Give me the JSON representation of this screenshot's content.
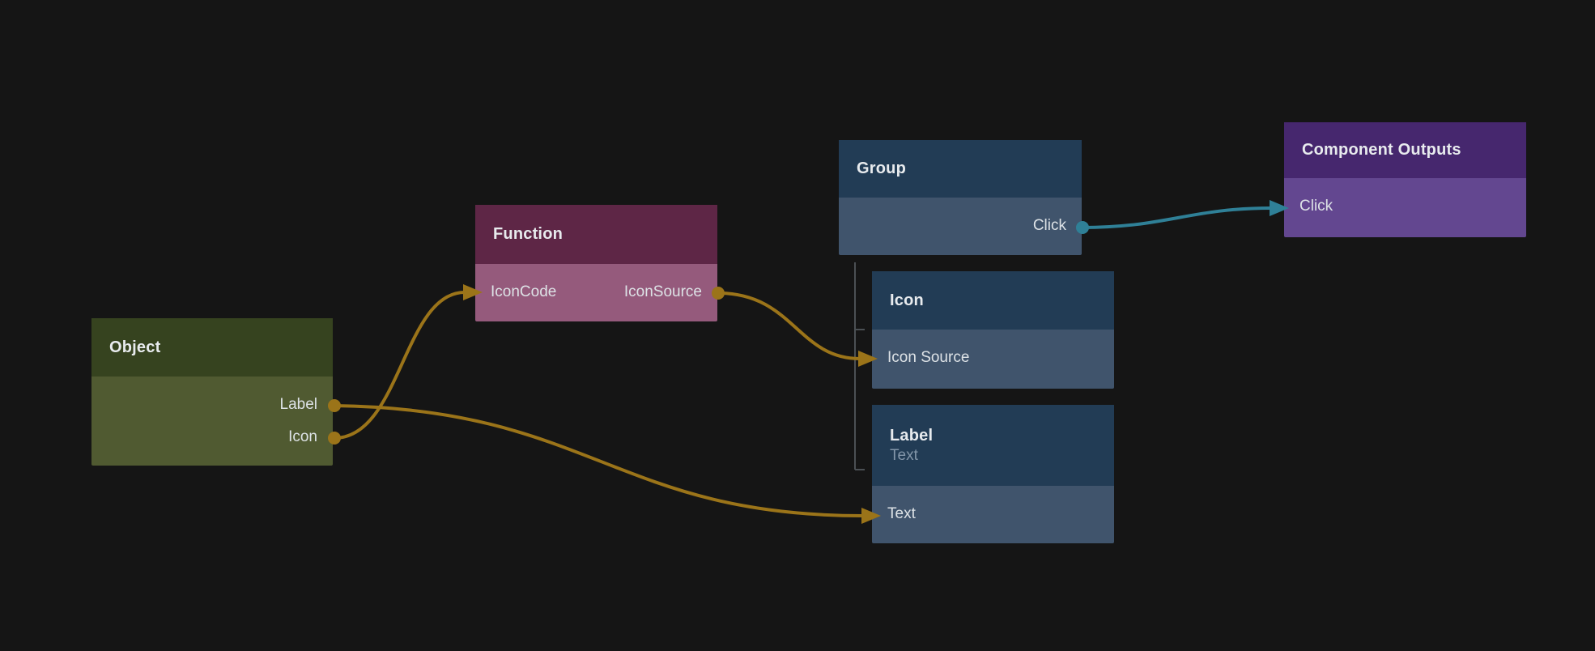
{
  "app": {
    "view": "node-graph-editor",
    "background_color": "#151515"
  },
  "colors": {
    "edge_gold": "#9b7419",
    "edge_teal": "#2f8097",
    "tree_connector_gray": "#4b5054",
    "node_olive_header": "#36431f",
    "node_olive_body": "#505a31",
    "node_plum_header": "#5e2646",
    "node_plum_body": "#955a7c",
    "node_navy_header": "#223c55",
    "node_navy_body": "#40546c",
    "node_violet_header": "#46276e",
    "node_violet_body": "#634790",
    "title_text": "#e8ebee",
    "port_text": "#dde2e6",
    "subtitle_text": "#8396a9"
  },
  "nodes": {
    "object": {
      "title": "Object",
      "outputs": [
        "Label",
        "Icon"
      ]
    },
    "function": {
      "title": "Function",
      "input": "IconCode",
      "output": "IconSource"
    },
    "group": {
      "title": "Group",
      "output": "Click"
    },
    "icon": {
      "title": "Icon",
      "input": "Icon Source"
    },
    "label": {
      "title": "Label",
      "subtitle": "Text",
      "input": "Text"
    },
    "component_outputs": {
      "title": "Component Outputs",
      "input": "Click"
    }
  },
  "edges": [
    {
      "from": "Object.Icon",
      "to": "Function.IconCode",
      "color": "#9b7419"
    },
    {
      "from": "Object.Label",
      "to": "Label.Text",
      "color": "#9b7419"
    },
    {
      "from": "Function.IconSource",
      "to": "Icon.Icon Source",
      "color": "#9b7419"
    },
    {
      "from": "Group.Click",
      "to": "Component Outputs.Click",
      "color": "#2f8097"
    }
  ],
  "hierarchy": {
    "parent": "Group",
    "children": [
      "Icon",
      "Label"
    ]
  }
}
